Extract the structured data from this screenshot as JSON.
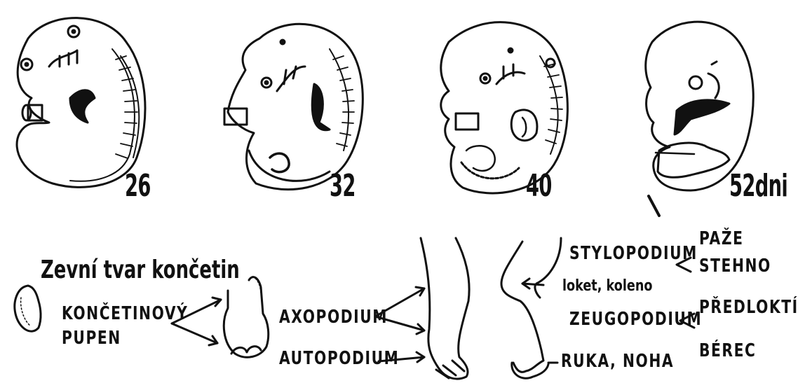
{
  "embryo_days": {
    "d26": "26",
    "d32": "32",
    "d40": "40",
    "d52": "52dni"
  },
  "section_title": "Zevní tvar končetin",
  "labels": {
    "bud_line1": "KONČETINOVÝ",
    "bud_line2": "PUPEN",
    "axopodium": "AXOPODIUM",
    "autopodium": "AUTOPODIUM",
    "stylopodium": "STYLOPODIUM",
    "zeugopodium": "ZEUGOPODIUM",
    "paze": "PAŽE",
    "stehno": "STEHNO",
    "predlokti": "PŘEDLOKTÍ",
    "berec": "BÉREC",
    "loket": "loket, koleno",
    "ruka": "RUKA, NOHA"
  },
  "colors": {
    "ink": "#111111",
    "paper": "#ffffff"
  }
}
